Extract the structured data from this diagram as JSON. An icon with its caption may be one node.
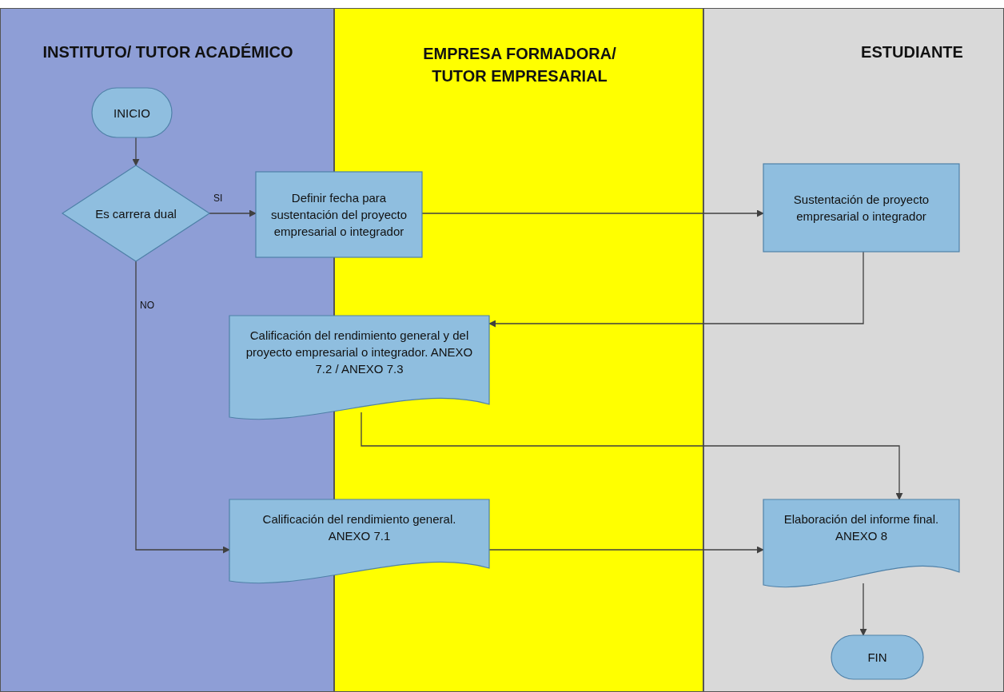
{
  "diagram": {
    "nodes": [
      {
        "text": [
          "INICIO"
        ]
      },
      {
        "text": [
          "Es carrera dual"
        ]
      },
      {
        "text": [
          "Definir fecha para sustentación del proyecto empresarial o integrador"
        ]
      },
      {
        "text": [
          "Sustentación de proyecto empresarial o integrador"
        ]
      },
      {
        "text": [
          "Calificación del rendimiento general y del proyecto empresarial o integrador. ANEXO 7.2 / ANEXO 7.3"
        ]
      },
      {
        "text": [
          "Calificación del rendimiento general. ANEXO 7.1"
        ]
      },
      {
        "text": [
          "Elaboración del informe final. ANEXO 8"
        ]
      },
      {
        "text": [
          "FIN"
        ]
      }
    ],
    "edges": [
      {
        "from": 0,
        "to": 1,
        "arrow": "to"
      },
      {
        "from": 1,
        "to": 2,
        "arrow": "to",
        "label": "SI"
      },
      {
        "from": 2,
        "to": 3,
        "arrow": "to"
      },
      {
        "from": 3,
        "to": 4,
        "arrow": "to"
      },
      {
        "from": 4,
        "to": 6,
        "arrow": "to"
      },
      {
        "from": 1,
        "to": 5,
        "arrow": "to",
        "label": "NO"
      },
      {
        "from": 5,
        "to": 6,
        "arrow": "to"
      },
      {
        "from": 6,
        "to": 7,
        "arrow": "to"
      }
    ],
    "labels": [
      "INSTITUTO/ TUTOR ACADÉMICO",
      "EMPRESA FORMADORA/ TUTOR EMPRESARIAL",
      "ESTUDIANTE"
    ]
  }
}
